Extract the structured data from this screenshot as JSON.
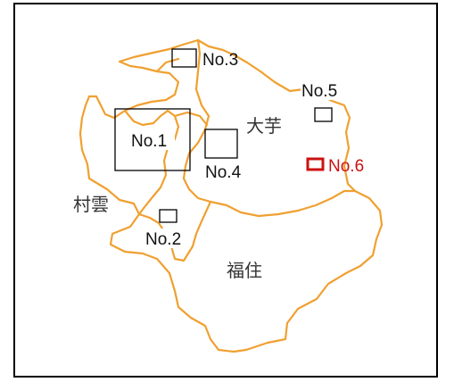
{
  "map": {
    "regions": {
      "daito": "大芋",
      "murakumo": "村雲",
      "fukusumi": "福住"
    },
    "sites": [
      {
        "id": "no1",
        "label": "No.1"
      },
      {
        "id": "no2",
        "label": "No.2"
      },
      {
        "id": "no3",
        "label": "No.3"
      },
      {
        "id": "no4",
        "label": "No.4"
      },
      {
        "id": "no5",
        "label": "No.5"
      },
      {
        "id": "no6",
        "label": "No.6",
        "highlight": true
      }
    ],
    "colors": {
      "boundary": "#f0a030",
      "highlight": "#cc1111",
      "frame": "#000000"
    }
  }
}
